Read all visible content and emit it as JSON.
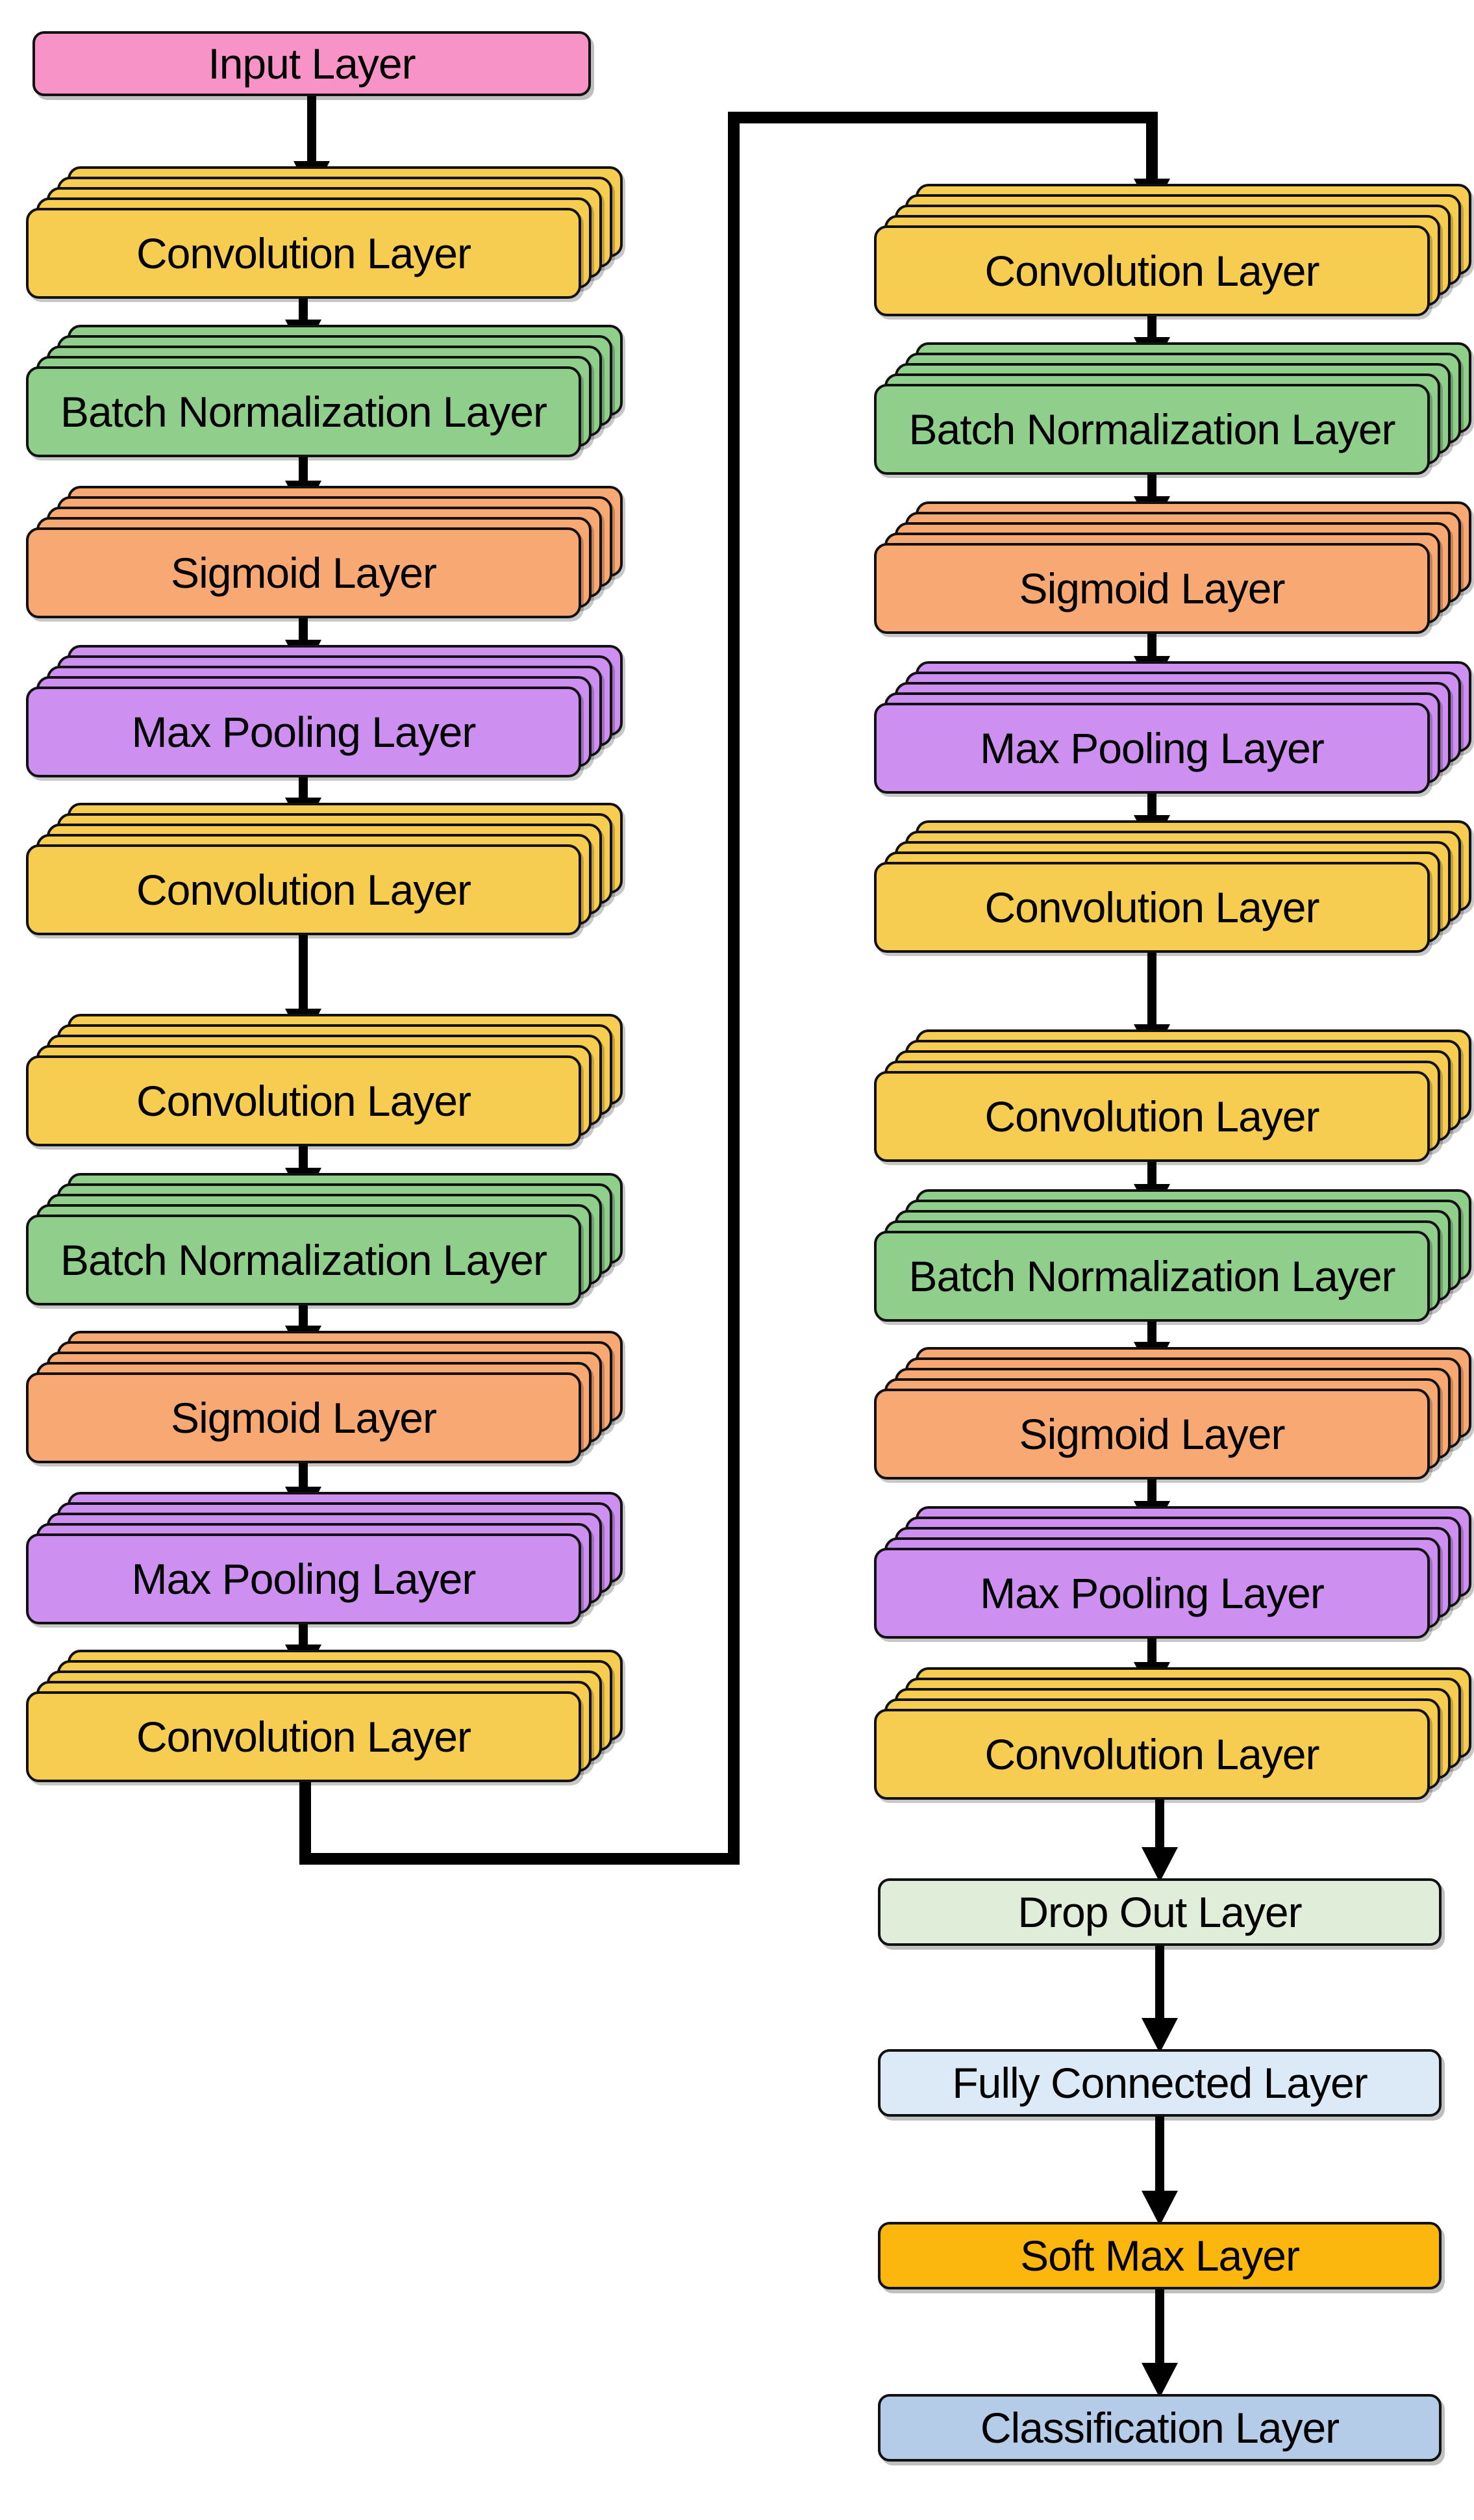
{
  "colors": {
    "input_layer": "#F893C7",
    "convolution_layer": "#F6CD50",
    "batch_normalization_layer": "#8FCE8B",
    "sigmoid_layer": "#F8A873",
    "max_pooling_layer": "#CD8FF0",
    "drop_out_layer": "#DFEDD9",
    "fully_connected_layer": "#DCE9F6",
    "soft_max_layer": "#FBB70D",
    "classification_layer": "#B5CCE9",
    "connector": "#000000",
    "background": "#FFFFFF"
  },
  "nodes": {
    "left": [
      {
        "label": "Input Layer"
      },
      {
        "label": "Convolution Layer"
      },
      {
        "label": "Batch Normalization Layer"
      },
      {
        "label": "Sigmoid Layer"
      },
      {
        "label": "Max Pooling Layer"
      },
      {
        "label": "Convolution Layer"
      },
      {
        "label": "Convolution Layer"
      },
      {
        "label": "Batch Normalization Layer"
      },
      {
        "label": "Sigmoid Layer"
      },
      {
        "label": "Max Pooling Layer"
      },
      {
        "label": "Convolution Layer"
      }
    ],
    "right": [
      {
        "label": "Convolution Layer"
      },
      {
        "label": "Batch Normalization Layer"
      },
      {
        "label": "Sigmoid Layer"
      },
      {
        "label": "Max Pooling Layer"
      },
      {
        "label": "Convolution Layer"
      },
      {
        "label": "Convolution Layer"
      },
      {
        "label": "Batch Normalization Layer"
      },
      {
        "label": "Sigmoid Layer"
      },
      {
        "label": "Max Pooling Layer"
      },
      {
        "label": "Convolution Layer"
      },
      {
        "label": "Drop Out Layer"
      },
      {
        "label": "Fully Connected Layer"
      },
      {
        "label": "Soft Max Layer"
      },
      {
        "label": "Classification Layer"
      }
    ]
  }
}
